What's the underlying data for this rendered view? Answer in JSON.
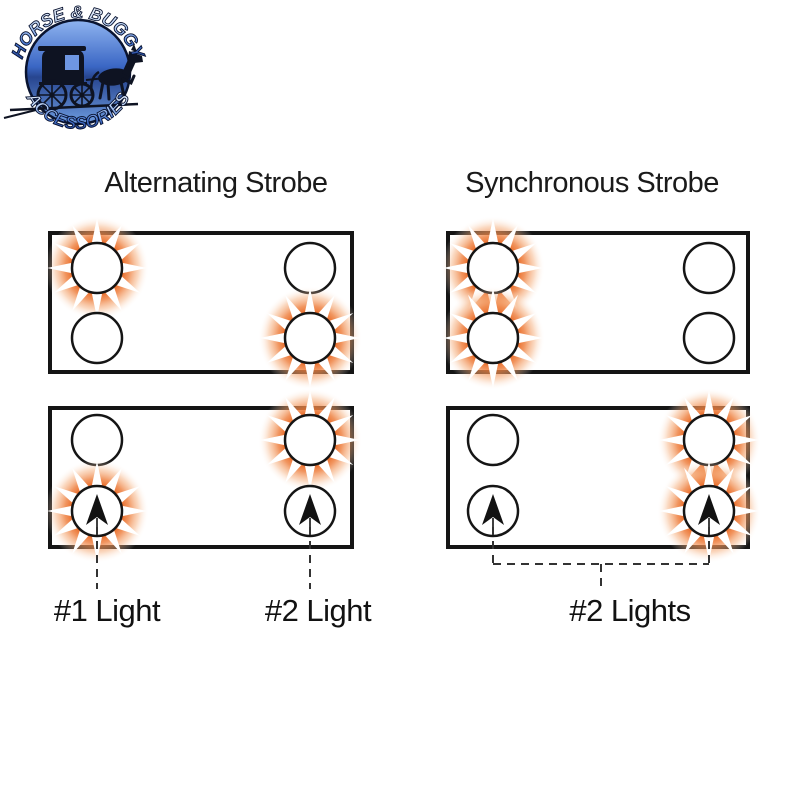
{
  "logo": {
    "top_text": "HORSE & BUGGY",
    "bottom_text": "ACCESSORIES",
    "colors": {
      "badge_blue_light": "#7ea9ee",
      "badge_blue_mid": "#3a66c4",
      "badge_blue_deep": "#27458f",
      "outline_navy": "#0a1430",
      "silhouette_black": "#0e1322"
    }
  },
  "columns": [
    {
      "id": "alternating",
      "title": "Alternating Strobe"
    },
    {
      "id": "synchronous",
      "title": "Synchronous Strobe"
    }
  ],
  "labels": {
    "light_1": "#1 Light",
    "light_2": "#2 Light",
    "lights_2": "#2 Lights"
  },
  "icons": {
    "strobe_glow": "orange radial burst with white rays",
    "arrow_up": "black dart pointing up",
    "lamp": "white circle with black outline"
  },
  "diagram": {
    "colors": {
      "glow_orange": "#e96a26",
      "line_black": "#151515",
      "lamp_fill": "#ffffff",
      "dash_gray": "#333333"
    },
    "panels": [
      {
        "column": "Alternating Strobe",
        "position": "top",
        "lit_lights": [
          "top-left",
          "bottom-right"
        ],
        "arrow_lights": []
      },
      {
        "column": "Alternating Strobe",
        "position": "bottom",
        "lit_lights": [
          "top-right",
          "bottom-left"
        ],
        "arrow_lights": [
          "bottom-left",
          "bottom-right"
        ]
      },
      {
        "column": "Synchronous Strobe",
        "position": "top",
        "lit_lights": [
          "top-left",
          "bottom-left"
        ],
        "arrow_lights": []
      },
      {
        "column": "Synchronous Strobe",
        "position": "bottom",
        "lit_lights": [
          "top-right",
          "bottom-right"
        ],
        "arrow_lights": [
          "bottom-left",
          "bottom-right"
        ]
      }
    ]
  }
}
